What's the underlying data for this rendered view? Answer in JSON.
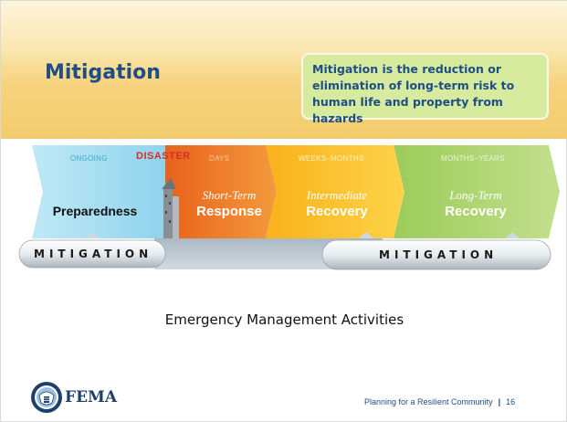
{
  "slide": {
    "title": "Mitigation",
    "callout": "Mitigation is the reduction or elimination of long-term risk to human life and property from hazards"
  },
  "phases": {
    "ongoing": "ONGOING",
    "disaster": "DISASTER",
    "days": "DAYS",
    "weeks_months": "WEEKS–MONTHS",
    "months_years": "MONTHS–YEARS",
    "preparedness": "Preparedness",
    "short_term": "Short-Term",
    "response": "Response",
    "intermediate": "Intermediate",
    "recovery_mid": "Recovery",
    "long_term": "Long-Term",
    "recovery_long": "Recovery"
  },
  "mitigation_bars": {
    "left": "MITIGATION",
    "right": "MITIGATION"
  },
  "caption": "Emergency Management Activities",
  "footer": {
    "logo_text": "FEMA",
    "course": "Planning for a Resilient Community",
    "separator": "|",
    "page": "16"
  },
  "colors": {
    "title_blue": "#1f4e87",
    "callout_green": "#d7eb9e",
    "preparedness_blue": "#9ad9ef",
    "response_orange": "#ef7a22",
    "intermediate_yellow": "#fcc52a",
    "long_term_green": "#aed36a",
    "disaster_red": "#d62d2d"
  },
  "icons": [
    "dhs-seal-icon",
    "collapsing-building-icon"
  ]
}
